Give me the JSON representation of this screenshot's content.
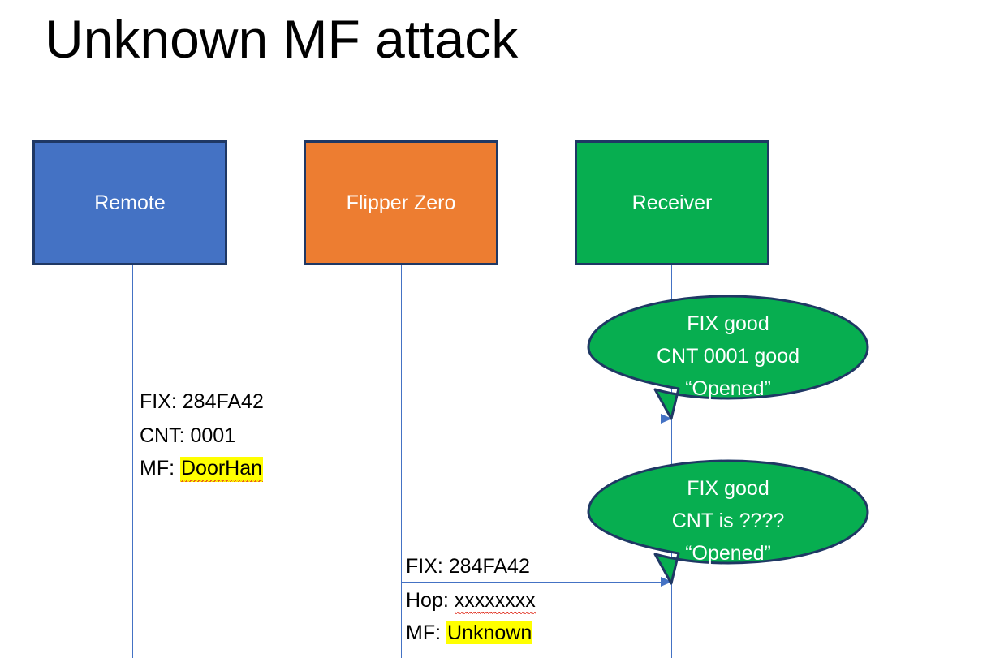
{
  "slide": {
    "title": "Unknown MF attack",
    "background_color": "#FFFFFF"
  },
  "colors": {
    "remote_fill": "#4472C4",
    "flipper_fill": "#ED7D31",
    "receiver_fill": "#07AE50",
    "box_border": "#1F3864",
    "lifeline": "#4472C4",
    "arrow": "#4472C4",
    "balloon_fill": "#07AE50",
    "balloon_border": "#1F3864",
    "highlight": "#FFFF00",
    "spellcheck_underline": "#E03020",
    "text": "#000000",
    "box_text": "#FFFFFF"
  },
  "actors": [
    {
      "id": "remote",
      "label": "Remote"
    },
    {
      "id": "flipper",
      "label": "Flipper Zero"
    },
    {
      "id": "receiver",
      "label": "Receiver"
    }
  ],
  "messages": [
    {
      "id": "msg1",
      "from": "remote",
      "to": "receiver",
      "line1": "FIX: 284FA42",
      "line2_prefix": "CNT: 0001",
      "line3_prefix": "MF: ",
      "line3_value": "DoorHan",
      "line3_highlighted": true,
      "line3_spellchecked": true
    },
    {
      "id": "msg2",
      "from": "flipper",
      "to": "receiver",
      "line1": "FIX: 284FA42",
      "line2_prefix": "Hop: ",
      "line2_value": "xxxxxxxx",
      "line2_spellchecked": true,
      "line3_prefix": "MF: ",
      "line3_value": "Unknown",
      "line3_highlighted": true
    }
  ],
  "balloons": [
    {
      "id": "balloon1",
      "line1": "FIX good",
      "line2": "CNT 0001 good",
      "line3": "“Opened”"
    },
    {
      "id": "balloon2",
      "line1": "FIX good",
      "line2": "CNT is ????",
      "line3": "“Opened”"
    }
  ]
}
